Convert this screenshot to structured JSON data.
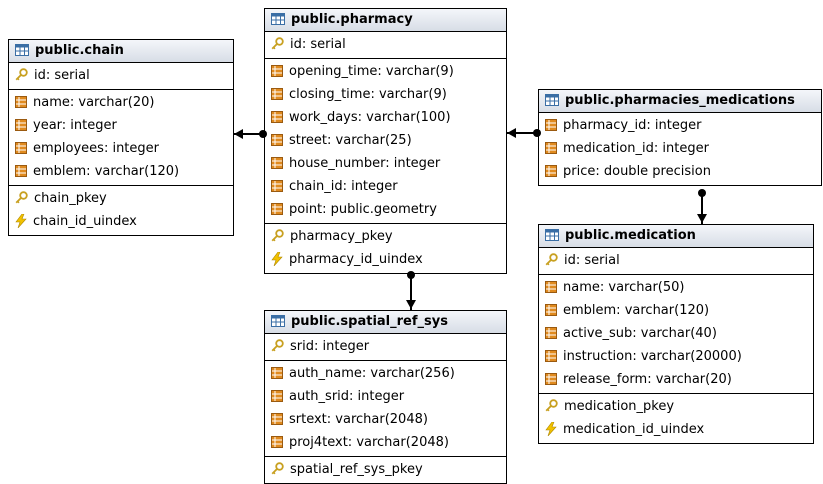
{
  "tables": {
    "chain": {
      "title": "public.chain",
      "pk": "id: serial",
      "columns": [
        "name: varchar(20)",
        "year: integer",
        "employees: integer",
        "emblem: varchar(120)"
      ],
      "key": "chain_pkey",
      "index": "chain_id_uindex"
    },
    "pharmacy": {
      "title": "public.pharmacy",
      "pk": "id: serial",
      "columns": [
        "opening_time: varchar(9)",
        "closing_time: varchar(9)",
        "work_days: varchar(100)",
        "street: varchar(25)",
        "house_number: integer",
        "chain_id: integer",
        "point: public.geometry"
      ],
      "key": "pharmacy_pkey",
      "index": "pharmacy_id_uindex"
    },
    "pharmacies_medications": {
      "title": "public.pharmacies_medications",
      "columns": [
        "pharmacy_id: integer",
        "medication_id: integer",
        "price: double precision"
      ]
    },
    "medication": {
      "title": "public.medication",
      "pk": "id: serial",
      "columns": [
        "name: varchar(50)",
        "emblem: varchar(120)",
        "active_sub: varchar(40)",
        "instruction: varchar(20000)",
        "release_form: varchar(20)"
      ],
      "key": "medication_pkey",
      "index": "medication_id_uindex"
    },
    "spatial_ref_sys": {
      "title": "public.spatial_ref_sys",
      "pk": "srid: integer",
      "columns": [
        "auth_name: varchar(256)",
        "auth_srid: integer",
        "srtext: varchar(2048)",
        "proj4text: varchar(2048)"
      ],
      "key": "spatial_ref_sys_pkey"
    }
  },
  "colors": {
    "header_top": "#f4f6fa",
    "header_bottom": "#d7dde6",
    "key_icon": "#c8a020",
    "column_icon": "#e08a1e",
    "index_icon": "#f2c200"
  },
  "icons": {
    "table": "table-icon",
    "primary_key": "key-icon",
    "column": "column-icon",
    "index": "lightning-icon"
  }
}
